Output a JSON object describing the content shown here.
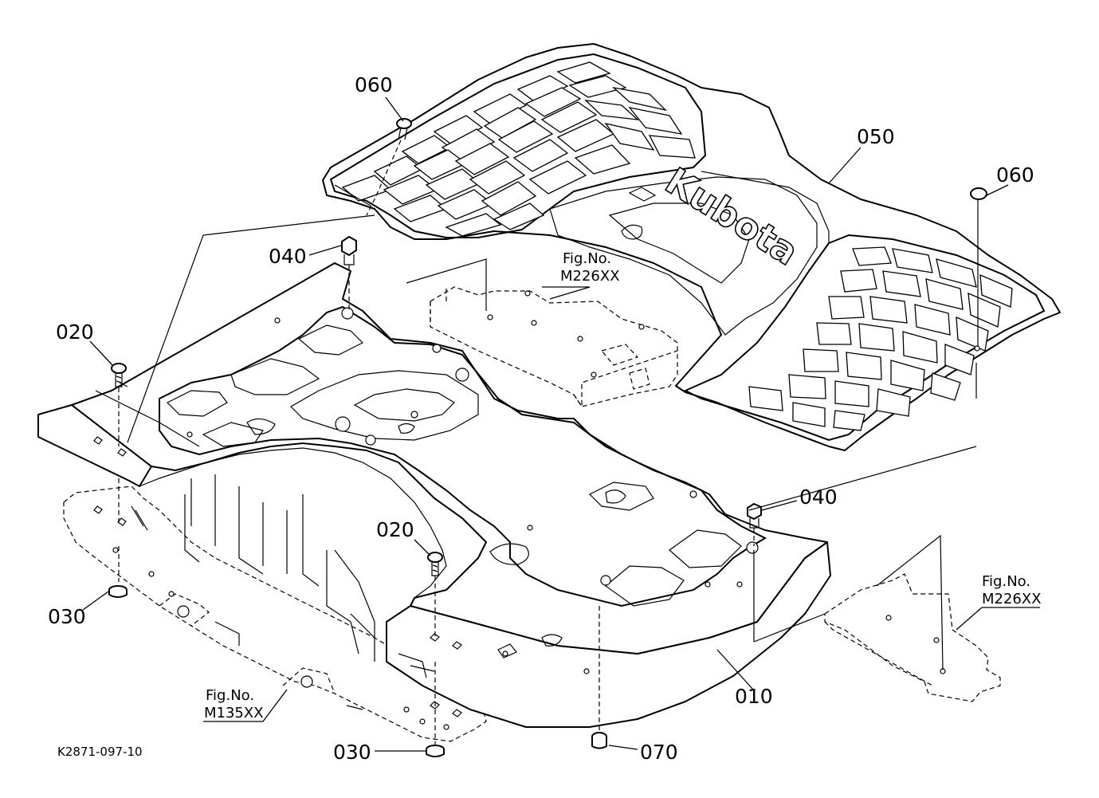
{
  "drawing_code": "K2871-097-10",
  "callouts": {
    "c010": "010",
    "c020_left": "020",
    "c020_center": "020",
    "c030_left": "030",
    "c030_bottom": "030",
    "c040_top": "040",
    "c040_right": "040",
    "c050": "050",
    "c060_top": "060",
    "c060_right": "060",
    "c070": "070"
  },
  "figure_refs": {
    "center": {
      "label": "Fig.No.",
      "number": "M226XX"
    },
    "right": {
      "label": "Fig.No.",
      "number": "M226XX"
    },
    "bottom": {
      "label": "Fig.No.",
      "number": "M135XX"
    }
  },
  "mat_logo": "Kubota"
}
